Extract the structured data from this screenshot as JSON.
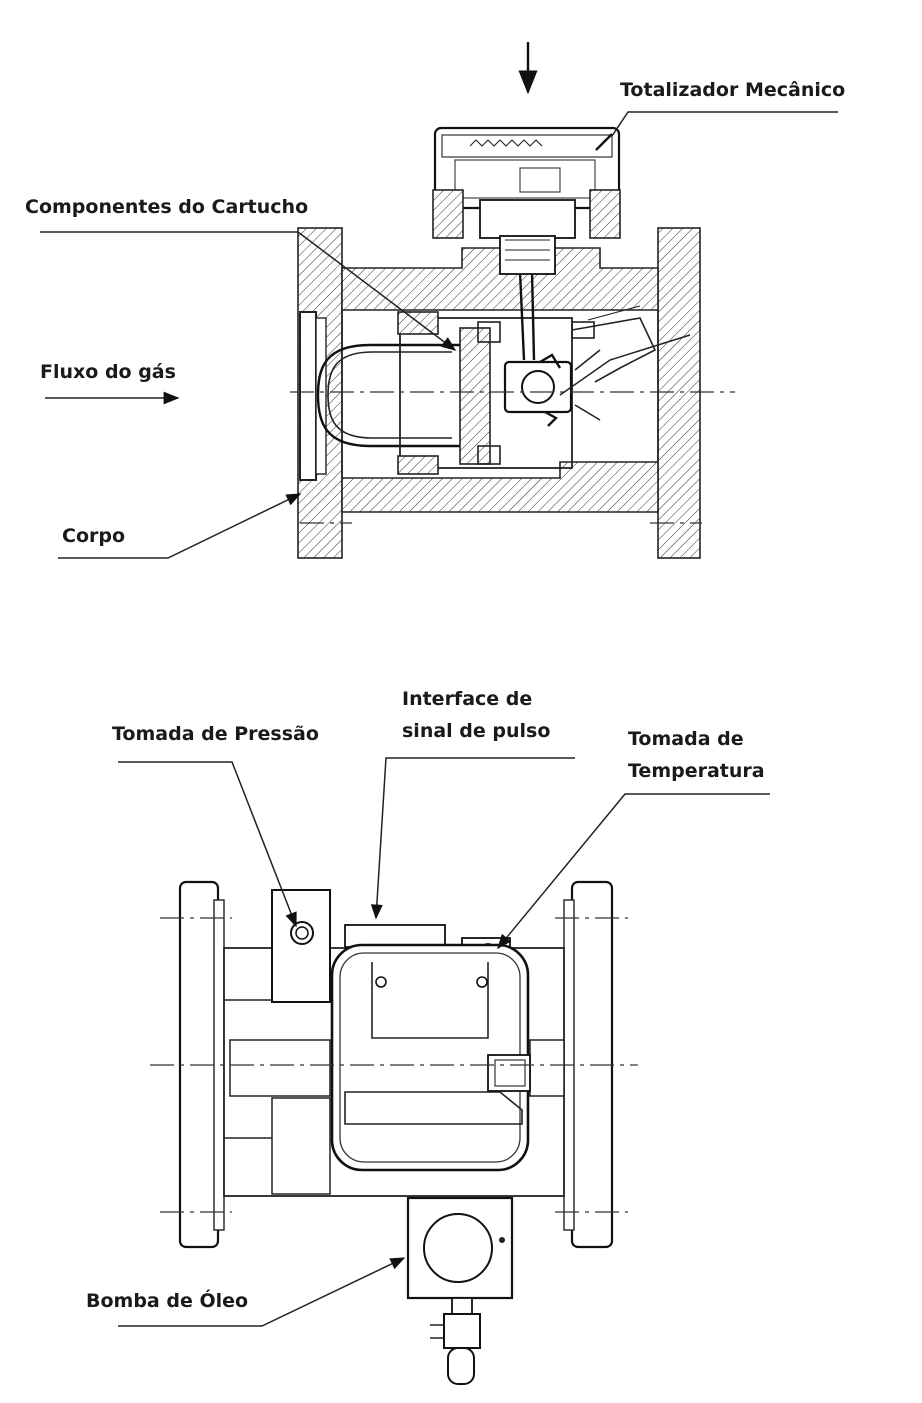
{
  "top_view": {
    "label_totalizer": "Totalizador Mecânico",
    "label_cartridge": "Componentes do Cartucho",
    "label_flow": "Fluxo do gás",
    "label_body": "Corpo"
  },
  "bottom_view": {
    "label_pressure": "Tomada de Pressão",
    "label_pulse_line1": "Interface de",
    "label_pulse_line2": "sinal de pulso",
    "label_temp_line1": "Tomada de",
    "label_temp_line2": "Temperatura",
    "label_pump": "Bomba de Óleo"
  },
  "colors": {
    "ink": "#1a1a1a",
    "background": "#ffffff"
  }
}
